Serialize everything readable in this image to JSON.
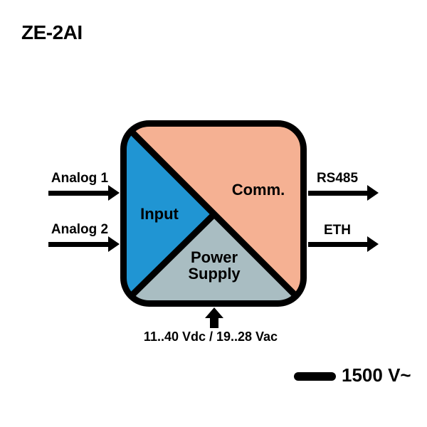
{
  "title": "ZE-2AI",
  "device": {
    "sections": [
      {
        "id": "input",
        "label": "Input",
        "color": "#2095d3"
      },
      {
        "id": "comm",
        "label": "Comm.",
        "color": "#f5b193"
      },
      {
        "id": "power-supply",
        "lines": [
          "Power",
          "Supply"
        ],
        "color": "#a9bdc2"
      }
    ],
    "outline_color": "#000000"
  },
  "left_ports": [
    {
      "label": "Analog 1"
    },
    {
      "label": "Analog 2"
    }
  ],
  "right_ports": [
    {
      "label": "RS485"
    },
    {
      "label": "ETH"
    }
  ],
  "bottom_port": {
    "label": "11..40 Vdc / 19..28 Vac"
  },
  "isolation": {
    "label": "1500 V~"
  }
}
